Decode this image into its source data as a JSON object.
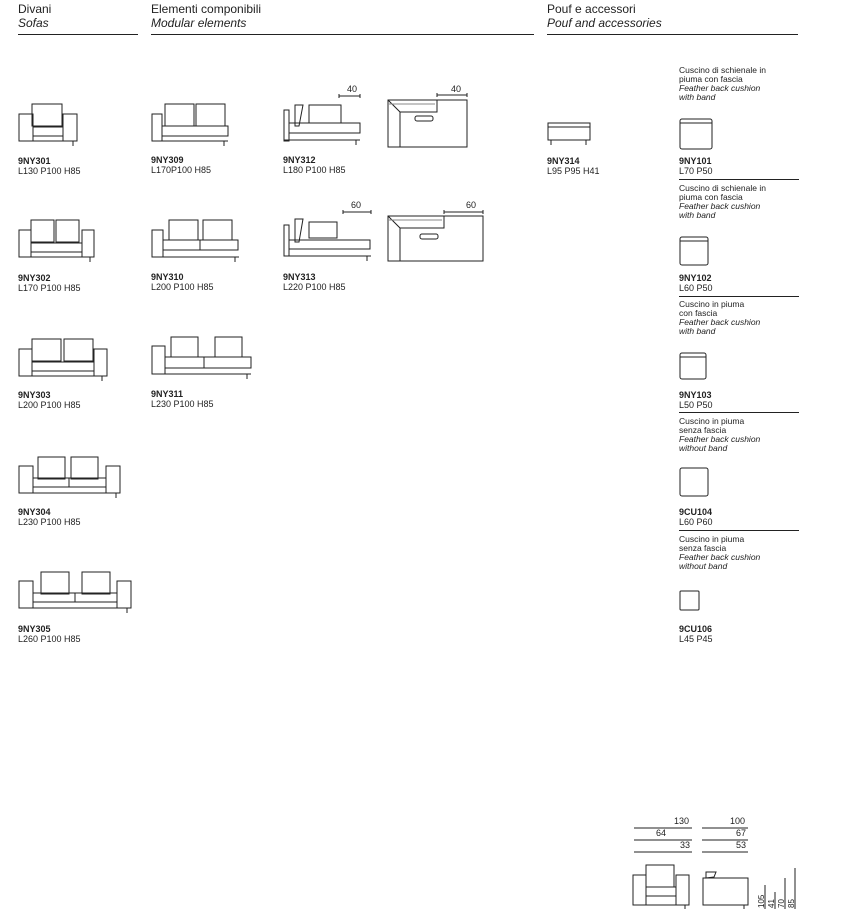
{
  "sections": {
    "sofas": {
      "it": "Divani",
      "en": "Sofas"
    },
    "modular": {
      "it": "Elementi componibili",
      "en": "Modular elements"
    },
    "pouf": {
      "it": "Pouf e accessori",
      "en": "Pouf and accessories"
    }
  },
  "sofas": [
    {
      "code": "9NY301",
      "dims": "L130 P100 H85"
    },
    {
      "code": "9NY302",
      "dims": "L170 P100 H85"
    },
    {
      "code": "9NY303",
      "dims": "L200 P100 H85"
    },
    {
      "code": "9NY304",
      "dims": "L230 P100 H85"
    },
    {
      "code": "9NY305",
      "dims": "L260 P100 H85"
    }
  ],
  "modular": [
    {
      "code": "9NY309",
      "dims": "L170P100 H85"
    },
    {
      "code": "9NY312",
      "dims": "L180 P100 H85",
      "depth_label": "40"
    },
    {
      "code": "9NY310",
      "dims": "L200 P100 H85"
    },
    {
      "code": "9NY313",
      "dims": "L220 P100 H85",
      "depth_label": "60"
    },
    {
      "code": "9NY311",
      "dims": "L230 P100 H85"
    }
  ],
  "plan_labels": [
    "40",
    "60"
  ],
  "pouf": {
    "code": "9NY314",
    "dims": "L95 P95 H41"
  },
  "accessories": [
    {
      "code": "9NY101",
      "dims": "L70 P50",
      "it": "Cuscino di schienale in piuma con fascia",
      "en": "Feather back cushion with band"
    },
    {
      "code": "9NY102",
      "dims": "L60 P50",
      "it": "Cuscino di schienale in piuma con fascia",
      "en": "Feather back cushion with band"
    },
    {
      "code": "9NY103",
      "dims": "L50 P50",
      "it": "Cuscino in piuma con fascia",
      "en": "Feather back cushion with band"
    },
    {
      "code": "9CU104",
      "dims": "L60 P60",
      "it": "Cuscino in piuma senza fascia",
      "en": "Feather back cushion without band"
    },
    {
      "code": "9CU106",
      "dims": "L45 P45",
      "it": "Cuscino in piuma senza fascia",
      "en": "Feather back cushion without band"
    }
  ],
  "detail": {
    "front": [
      "130",
      "64",
      "33"
    ],
    "side": [
      "100",
      "67",
      "53"
    ],
    "heights": [
      "105",
      "41",
      "70",
      "85"
    ]
  }
}
